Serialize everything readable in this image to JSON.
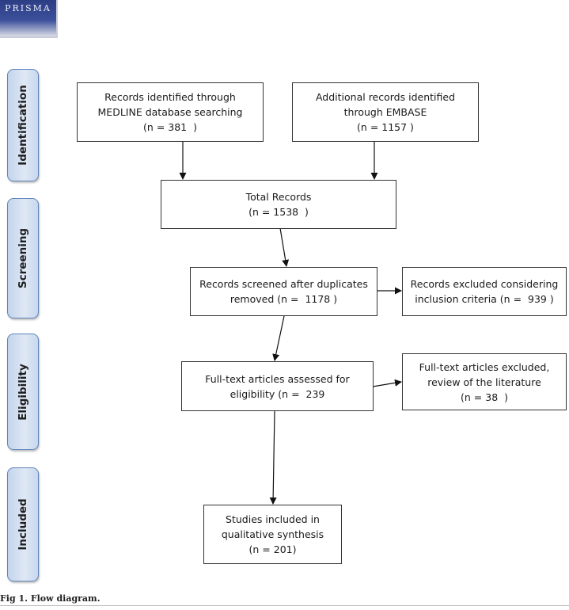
{
  "logo": {
    "text": "PRISMA"
  },
  "phases": [
    {
      "label": "Identification"
    },
    {
      "label": "Screening"
    },
    {
      "label": "Eligibility"
    },
    {
      "label": "Included"
    }
  ],
  "boxes": {
    "medline": [
      "Records identified through",
      "MEDLINE database searching",
      "(n = 381  )"
    ],
    "embase": [
      "Additional records identified",
      "through EMBASE",
      "(n = 1157 )"
    ],
    "total": [
      "Total Records",
      "(n = 1538  )"
    ],
    "screened": [
      "Records screened after duplicates",
      "removed (n =  1178 )"
    ],
    "excluded_inclusion": [
      "Records excluded considering",
      "inclusion criteria (n =  939 )"
    ],
    "fulltext_assessed": [
      "Full-text articles assessed for",
      "eligibility (n =  239"
    ],
    "fulltext_excluded": [
      "Full-text articles excluded,",
      "review of the literature",
      "(n = 38  )"
    ],
    "included": [
      "Studies included in",
      "qualitative synthesis",
      "(n = 201)"
    ]
  },
  "caption": "Fig 1.  Flow diagram."
}
